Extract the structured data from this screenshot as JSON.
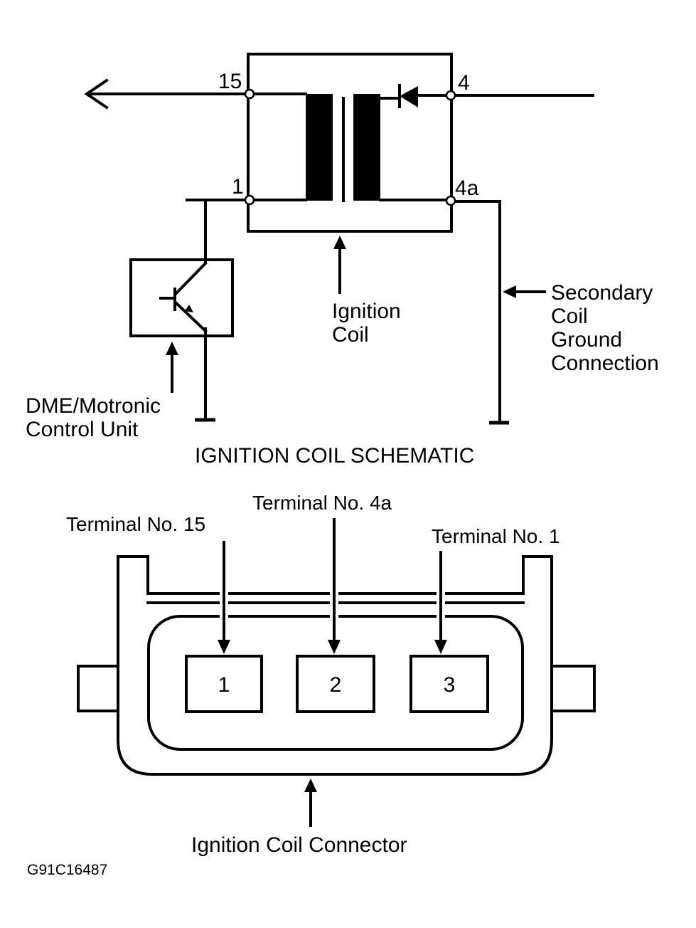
{
  "schematic": {
    "title": "IGNITION COIL SCHEMATIC",
    "terminals": {
      "t15": "15",
      "t4": "4",
      "t1": "1",
      "t4a": "4a"
    },
    "labels": {
      "ignition_coil": [
        "Ignition",
        "Coil"
      ],
      "secondary_ground": [
        "Secondary",
        "Coil",
        "Ground",
        "Connection"
      ],
      "control_unit": [
        "DME/Motronic",
        "Control Unit"
      ]
    }
  },
  "connector": {
    "title": "Ignition Coil Connector",
    "callouts": {
      "terminal_15": "Terminal No. 15",
      "terminal_4a": "Terminal No. 4a",
      "terminal_1": "Terminal No. 1"
    },
    "pins": [
      "1",
      "2",
      "3"
    ]
  },
  "figure_code": "G91C16487"
}
